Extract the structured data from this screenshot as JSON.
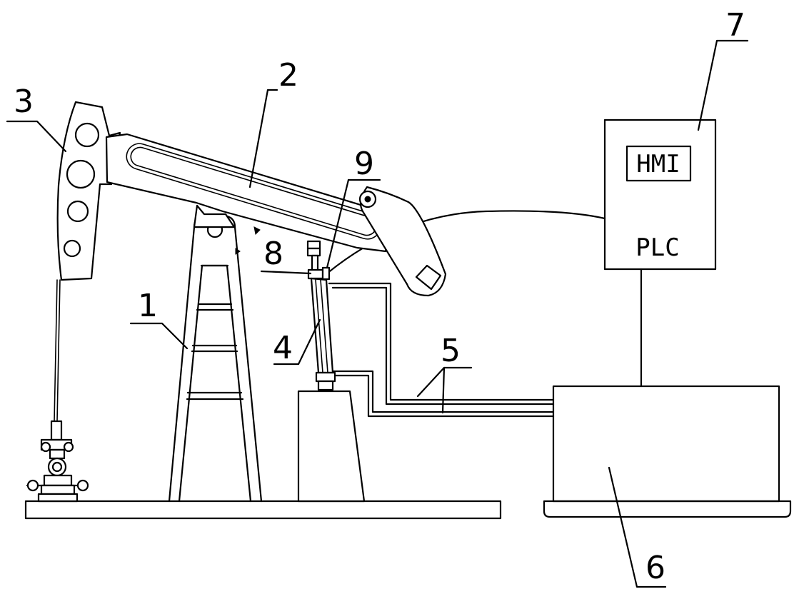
{
  "labels": {
    "n1": "1",
    "n2": "2",
    "n3": "3",
    "n4": "4",
    "n5": "5",
    "n6": "6",
    "n7": "7",
    "n8": "8",
    "n9": "9"
  },
  "controller": {
    "hmi": "HMI",
    "plc": "PLC"
  }
}
